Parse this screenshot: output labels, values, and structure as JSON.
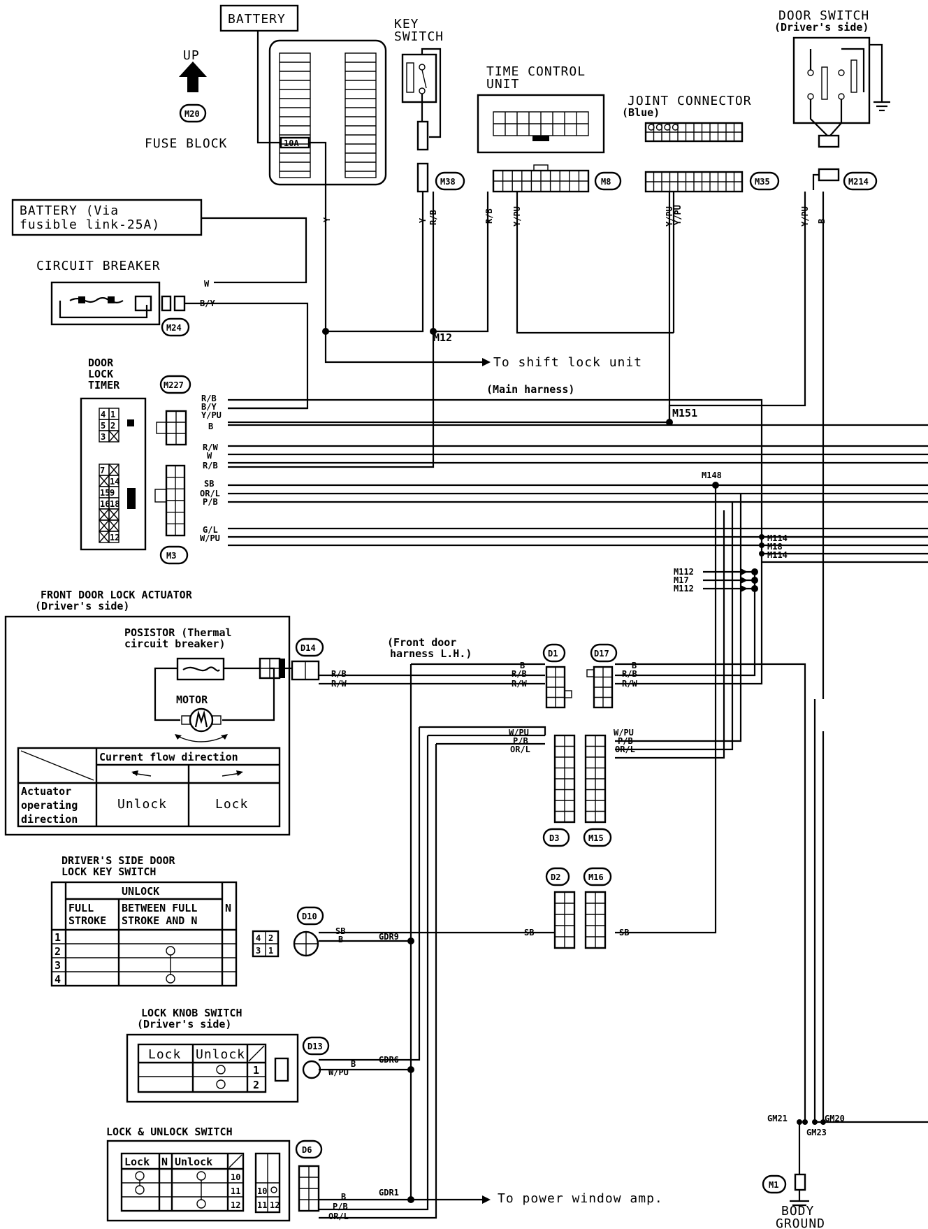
{
  "components": {
    "battery": "BATTERY",
    "up": "UP",
    "fuse_block": "FUSE BLOCK",
    "fuse_block_conn": "M20",
    "fuse": "10A",
    "key_switch_1": "KEY",
    "key_switch_2": "SWITCH",
    "key_switch_conn": "M38",
    "time_control_1": "TIME CONTROL",
    "time_control_2": "UNIT",
    "time_control_conn": "M8",
    "joint_connector": "JOINT CONNECTOR",
    "joint_connector_color": "(Blue)",
    "joint_connector_conn": "M35",
    "door_switch": "DOOR SWITCH",
    "door_switch_side": "(Driver's side)",
    "door_switch_conn": "M214",
    "battery_fusible_1": "BATTERY (Via",
    "battery_fusible_2": "fusible link-25A)",
    "circuit_breaker": "CIRCUIT BREAKER",
    "circuit_breaker_conn": "M24",
    "door_lock_timer_1": "DOOR",
    "door_lock_timer_2": "LOCK",
    "door_lock_timer_3": "TIMER",
    "timer_conn_top": "M227",
    "timer_conn_bottom": "M3",
    "front_actuator": "FRONT DOOR LOCK ACTUATOR",
    "front_actuator_side": "(Driver's side)",
    "posistor_1": "POSISTOR (Thermal",
    "posistor_2": "circuit breaker)",
    "motor": "MOTOR",
    "actuator_conn": "D14",
    "key_lock_switch_1": "DRIVER'S SIDE DOOR",
    "key_lock_switch_2": "LOCK KEY SWITCH",
    "key_lock_conn": "D10",
    "lock_knob_1": "LOCK KNOB SWITCH",
    "lock_knob_2": "(Driver's side)",
    "lock_knob_conn": "D13",
    "lock_unlock_switch": "LOCK & UNLOCK SWITCH",
    "lock_unlock_conn": "D6",
    "body_ground_1": "BODY",
    "body_ground_2": "GROUND",
    "body_ground_conn": "M1"
  },
  "connectors": {
    "d1": "D1",
    "d17": "D17",
    "d3": "D3",
    "m15": "M15",
    "d2": "D2",
    "m16": "M16"
  },
  "annotations": {
    "to_shift_lock": "To shift lock unit",
    "main_harness": "(Main harness)",
    "front_door_harness_1": "(Front door",
    "front_door_harness_2": "harness L.H.)",
    "to_power_window": "To power window amp."
  },
  "wire_colors": {
    "y": "Y",
    "rb": "R/B",
    "ypu": "Y/PU",
    "w": "W",
    "by": "B/Y",
    "b": "B",
    "rw": "R/W",
    "sb": "SB",
    "orl": "OR/L",
    "pb": "P/B",
    "gl": "G/L",
    "wpu": "W/PU"
  },
  "junctions": {
    "m12": "M12",
    "m151": "M151",
    "m148": "M148",
    "m114a": "M114",
    "m18": "M18",
    "m114b": "M114",
    "m112a": "M112",
    "m17": "M17",
    "m112b": "M112",
    "gdr9": "GDR9",
    "gdr6": "GDR6",
    "gdr1": "GDR1",
    "gm21": "GM21",
    "gm20": "GM20",
    "gm23": "GM23"
  },
  "actuator_table": {
    "header": "Current flow direction",
    "row_label_1": "Actuator",
    "row_label_2": "operating",
    "row_label_3": "direction",
    "unlock": "Unlock",
    "lock": "Lock"
  },
  "key_switch_table": {
    "unlock": "UNLOCK",
    "full_1": "FULL",
    "full_2": "STROKE",
    "between_1": "BETWEEN FULL",
    "between_2": "STROKE AND N",
    "n": "N",
    "rows": [
      "1",
      "2",
      "3",
      "4"
    ]
  },
  "knob_table": {
    "lock": "Lock",
    "unlock": "Unlock",
    "rows": [
      "1",
      "2"
    ]
  },
  "lu_table": {
    "lock": "Lock",
    "n": "N",
    "unlock": "Unlock",
    "rows": [
      "10",
      "11",
      "12"
    ]
  },
  "timer_pins": [
    "4",
    "1",
    "5",
    "2",
    "3",
    "7",
    "14",
    "15",
    "9",
    "16",
    "18",
    "12"
  ]
}
